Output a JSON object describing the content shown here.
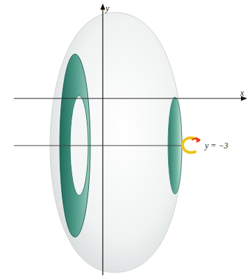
{
  "diagram": {
    "labels": [
      "y",
      "x",
      "y = −3"
    ]
  }
}
